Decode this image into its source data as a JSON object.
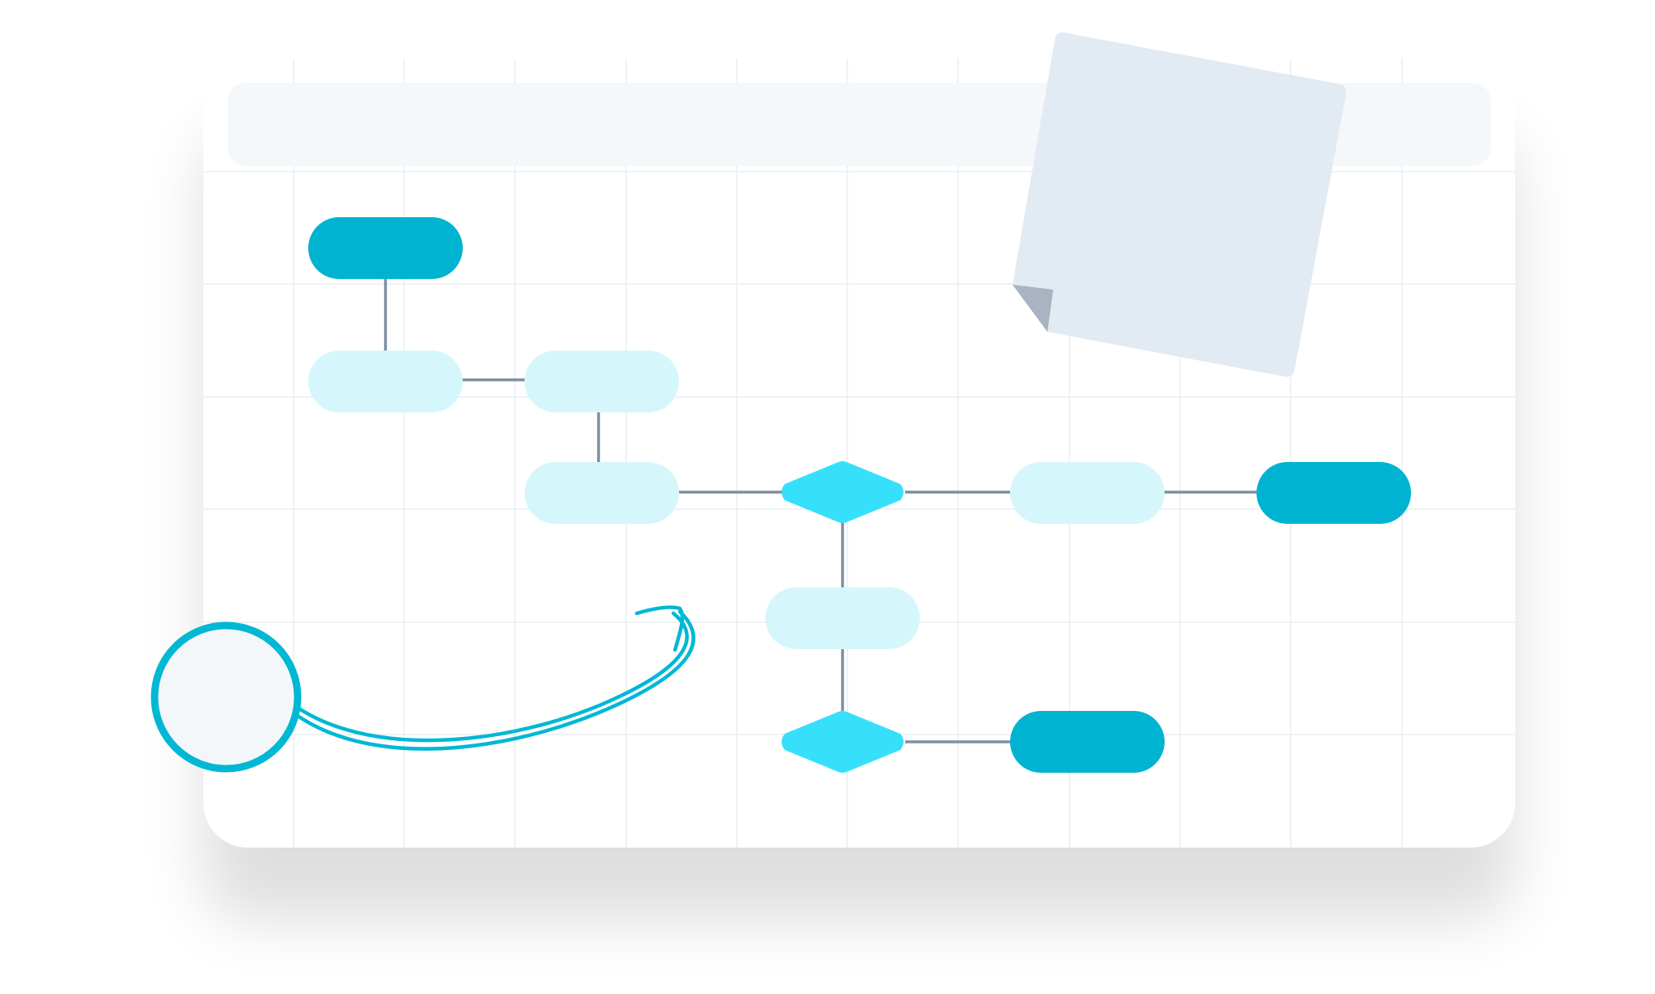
{
  "colors": {
    "background": "#ffffff",
    "board": "#ffffff",
    "grid_line": "#e9eef2",
    "toolbar": "#f4f8fa",
    "connector": "#7d8fa3",
    "node_primary": "#00b3d1",
    "node_light": "#d5f7fc",
    "decision": "#36e0fb",
    "sticky_note": "#e2ebf3",
    "sticky_fold": "#a9b3c1",
    "accent_stroke": "#00b8d4",
    "circle_fill": "#f3f7fa"
  },
  "diagram": {
    "nodes": [
      {
        "id": "start",
        "shape": "pill",
        "variant": "primary",
        "label": ""
      },
      {
        "id": "step-1",
        "shape": "pill",
        "variant": "light",
        "label": ""
      },
      {
        "id": "step-2",
        "shape": "pill",
        "variant": "light",
        "label": ""
      },
      {
        "id": "step-3",
        "shape": "pill",
        "variant": "light",
        "label": ""
      },
      {
        "id": "decision-1",
        "shape": "diamond",
        "variant": "decision",
        "label": ""
      },
      {
        "id": "step-4",
        "shape": "pill",
        "variant": "light",
        "label": ""
      },
      {
        "id": "end-1",
        "shape": "pill",
        "variant": "primary",
        "label": ""
      },
      {
        "id": "step-5",
        "shape": "pill",
        "variant": "light",
        "label": ""
      },
      {
        "id": "decision-2",
        "shape": "diamond",
        "variant": "decision",
        "label": ""
      },
      {
        "id": "end-2",
        "shape": "pill",
        "variant": "primary",
        "label": ""
      }
    ],
    "edges": [
      {
        "from": "start",
        "to": "step-1"
      },
      {
        "from": "step-1",
        "to": "step-2"
      },
      {
        "from": "step-2",
        "to": "step-3"
      },
      {
        "from": "step-3",
        "to": "decision-1"
      },
      {
        "from": "decision-1",
        "to": "step-4"
      },
      {
        "from": "step-4",
        "to": "end-1"
      },
      {
        "from": "decision-1",
        "to": "step-5"
      },
      {
        "from": "step-5",
        "to": "decision-2"
      },
      {
        "from": "decision-2",
        "to": "end-2"
      }
    ]
  },
  "sticky_note": {
    "text": ""
  },
  "annotation": {
    "icon": "circle-cursor-icon",
    "arrow": "curved-arrow-icon"
  }
}
